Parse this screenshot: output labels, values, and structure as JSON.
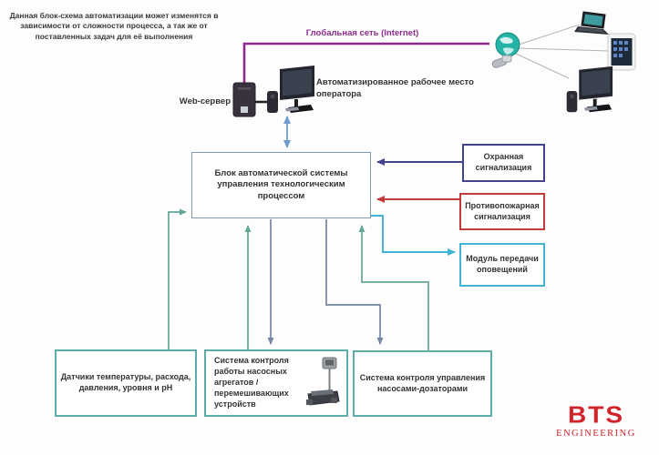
{
  "annotation": {
    "text": "Данная блок-схема автоматизации может изменятся в зависимости от сложности процесса, а так же от поставленных задач для её выполнения"
  },
  "network": {
    "label": "Глобальная сеть (Internet)"
  },
  "web_server": {
    "label": "Web-сервер"
  },
  "workstation": {
    "label": "Автоматизированное рабочее место оператора"
  },
  "blocks": {
    "control": {
      "label": "Блок автоматической системы управления технологическим процессом"
    },
    "security": {
      "label": "Охранная сигнализация"
    },
    "fire": {
      "label": "Противопожарная сигнализация"
    },
    "notify": {
      "label": "Модуль передачи оповещений"
    },
    "sensors": {
      "label": "Датчики температуры, расхода, давления, уровня и pH"
    },
    "pumps": {
      "label": "Система контроля работы насосных агрегатов / перемешивающих устройств"
    },
    "dosing": {
      "label": "Система контроля управления насосами-дозаторами"
    }
  },
  "logo": {
    "title": "BTS",
    "subtitle": "ENGINEERING"
  },
  "icons": {
    "web-server-icon": "dark server tower",
    "operator-workstation-icon": "monitor with speaker and keyboard",
    "globe-icon": "teal internet globe with modem",
    "laptop-icon": "laptop",
    "tablet-icon": "tablet",
    "remote-desktop-icon": "monitor with speaker and keyboard",
    "pump-mixer-icon": "mixer motor above pump unit",
    "bts-logo": "red BTS ENGINEERING wordmark"
  },
  "colors": {
    "purple_line": "#8e2a8e",
    "steel_arrow": "#6f9bce",
    "navy": "#42428f",
    "red": "#c23a3a",
    "cyan": "#44b4d4",
    "teal_border": "#5fada8",
    "green_line": "#64a697",
    "slate_line": "#7386a4",
    "control_border": "#8397ae",
    "logo_red": "#d0232b"
  }
}
